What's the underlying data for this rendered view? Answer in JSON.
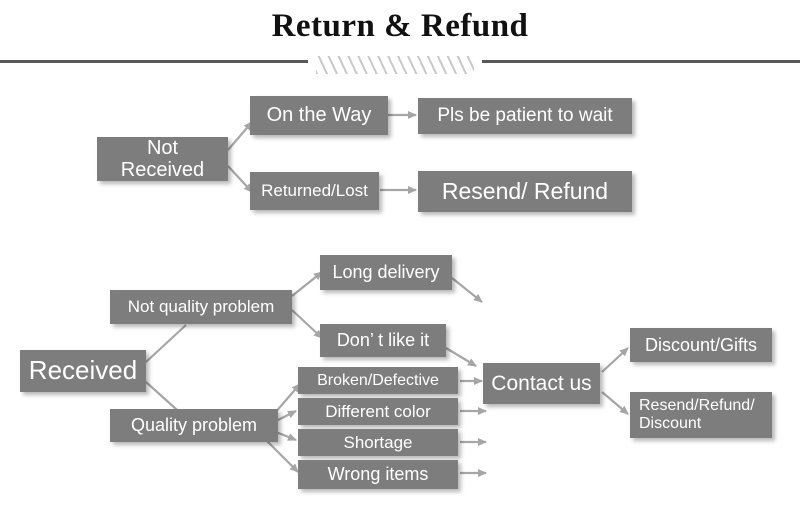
{
  "title": "Return & Refund",
  "divider": {
    "hatch_icon": "diagonal-hatch-ornament"
  },
  "colors": {
    "box_fill": "#7d7d7d",
    "box_text": "#ffffff",
    "arrow": "#a6a6a6",
    "rule": "#58585a",
    "hatch": "#c9c9c9",
    "background": "#ffffff",
    "title_text": "#111111"
  },
  "flow": {
    "not_received_branch": {
      "root": "Not Received",
      "nodes": [
        {
          "label": "On the Way",
          "result": "Pls be patient to wait"
        },
        {
          "label": "Returned/Lost",
          "result": "Resend/ Refund"
        }
      ]
    },
    "received_branch": {
      "root": "Received",
      "categories": [
        {
          "label": "Not quality problem",
          "reasons": [
            "Long delivery",
            "Don’  t like it"
          ]
        },
        {
          "label": "Quality problem",
          "reasons": [
            "Broken/Defective",
            "Different color",
            "Shortage",
            "Wrong items"
          ]
        }
      ],
      "action": "Contact us",
      "outcomes": [
        "Discount/Gifts",
        "Resend/Refund/\nDiscount"
      ]
    }
  }
}
